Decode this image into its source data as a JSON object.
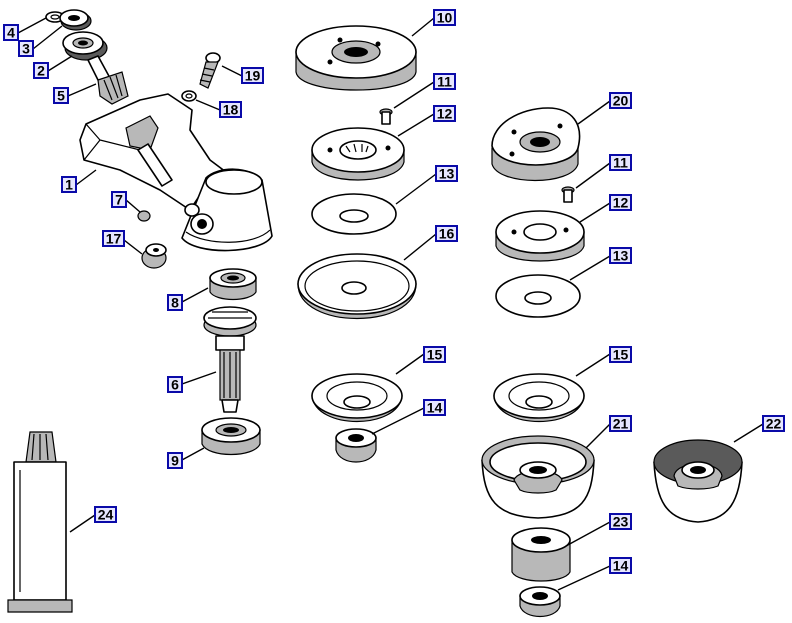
{
  "callouts": [
    {
      "id": "c4a",
      "label": "4"
    },
    {
      "id": "c3",
      "label": "3"
    },
    {
      "id": "c2",
      "label": "2"
    },
    {
      "id": "c5",
      "label": "5"
    },
    {
      "id": "c1",
      "label": "1"
    },
    {
      "id": "c7",
      "label": "7"
    },
    {
      "id": "c17",
      "label": "17"
    },
    {
      "id": "c19",
      "label": "19"
    },
    {
      "id": "c18",
      "label": "18"
    },
    {
      "id": "c8",
      "label": "8"
    },
    {
      "id": "c6",
      "label": "6"
    },
    {
      "id": "c9",
      "label": "9"
    },
    {
      "id": "c24",
      "label": "24"
    },
    {
      "id": "c10",
      "label": "10"
    },
    {
      "id": "c11a",
      "label": "11"
    },
    {
      "id": "c12a",
      "label": "12"
    },
    {
      "id": "c13a",
      "label": "13"
    },
    {
      "id": "c16",
      "label": "16"
    },
    {
      "id": "c15a",
      "label": "15"
    },
    {
      "id": "c14a",
      "label": "14"
    },
    {
      "id": "c20",
      "label": "20"
    },
    {
      "id": "c11b",
      "label": "11"
    },
    {
      "id": "c12b",
      "label": "12"
    },
    {
      "id": "c13b",
      "label": "13"
    },
    {
      "id": "c15b",
      "label": "15"
    },
    {
      "id": "c21",
      "label": "21"
    },
    {
      "id": "c22",
      "label": "22"
    },
    {
      "id": "c23",
      "label": "23"
    },
    {
      "id": "c14b",
      "label": "14"
    }
  ],
  "colors": {
    "callout_fill": "#e6e6ff",
    "callout_border": "#0a0aa8",
    "line": "#000000",
    "shade": "#b8b8b8"
  }
}
